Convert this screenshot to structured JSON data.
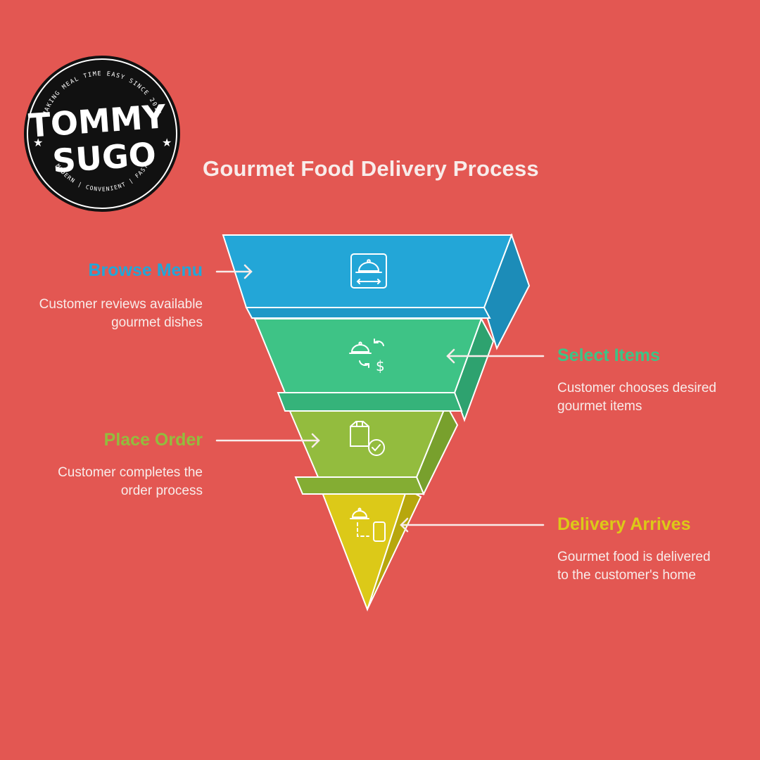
{
  "logo": {
    "top_text": "MAKING MEAL TIME EASY SINCE 2014",
    "line1": "TOMMY",
    "line2": "SUGO",
    "bottom_text": "MODERN | CONVENIENT | FAST"
  },
  "title": "Gourmet Food Delivery Process",
  "steps": [
    {
      "label": "Browse Menu",
      "desc1": "Customer reviews available",
      "desc2": "gourmet dishes",
      "color": "#23a6d7",
      "icon": "serving-cloche-icon"
    },
    {
      "label": "Select Items",
      "desc1": "Customer chooses desired",
      "desc2": "gourmet items",
      "color": "#3ec386",
      "icon": "cloche-dollar-exchange-icon"
    },
    {
      "label": "Place Order",
      "desc1": "Customer completes the",
      "desc2": "order process",
      "color": "#93bc3e",
      "icon": "box-checkmark-icon"
    },
    {
      "label": "Delivery Arrives",
      "desc1": "Gourmet food is delivered",
      "desc2": "to the customer's home",
      "color": "#dcc918",
      "icon": "cloche-to-phone-icon"
    }
  ]
}
